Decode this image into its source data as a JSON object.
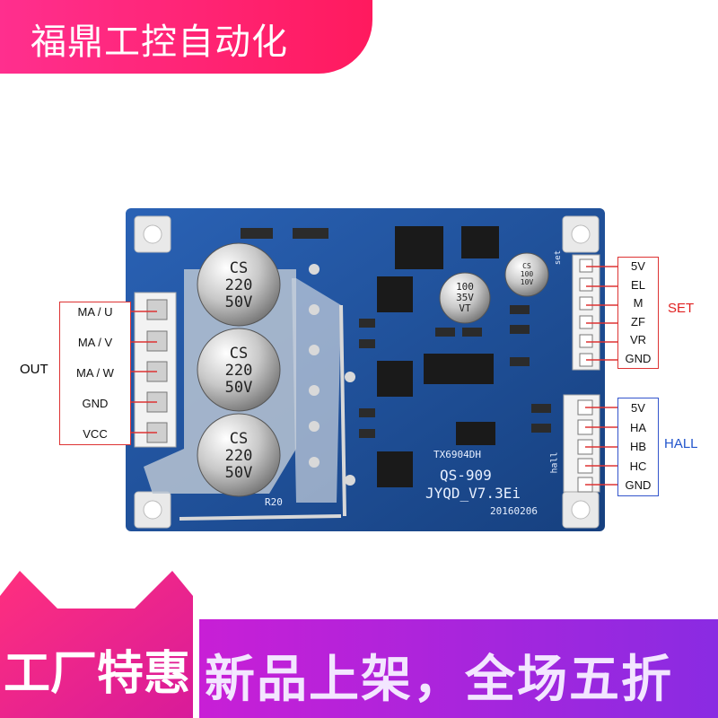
{
  "banner_top": "福鼎工控自动化",
  "banner_bottom_left": "工厂特惠",
  "banner_bottom_right": "新品上架，全场五折",
  "out": {
    "group_label": "OUT",
    "pins": [
      "MA / U",
      "MA / V",
      "MA / W",
      "GND",
      "VCC"
    ]
  },
  "set": {
    "group_label": "SET",
    "pins": [
      "5V",
      "EL",
      "M",
      "ZF",
      "VR",
      "GND"
    ]
  },
  "hall": {
    "group_label": "HALL",
    "pins": [
      "5V",
      "HA",
      "HB",
      "HC",
      "GND"
    ]
  },
  "board": {
    "chip_label": "TX6904DH",
    "model": "QS-909",
    "version": "JYQD_V7.3Ei",
    "date": "20160206",
    "resistor": "R20",
    "hall_silk": "hall",
    "set_silk": "set"
  },
  "caps_large": [
    {
      "line1": "CS",
      "line2": "220",
      "line3": "50V"
    },
    {
      "line1": "CS",
      "line2": "220",
      "line3": "50V"
    },
    {
      "line1": "CS",
      "line2": "220",
      "line3": "50V"
    }
  ],
  "cap_small_1": {
    "line1": "100",
    "line2": "35V",
    "line3": "VT"
  },
  "cap_small_2": {
    "line1": "CS",
    "line2": "100",
    "line3": "10V"
  },
  "colors": {
    "board": "#1e4f9a",
    "banner_pink": "#ff2f8e",
    "banner_purple": "#a22be0",
    "label_border_out": "#d33",
    "label_border_hall": "#3355cc"
  }
}
